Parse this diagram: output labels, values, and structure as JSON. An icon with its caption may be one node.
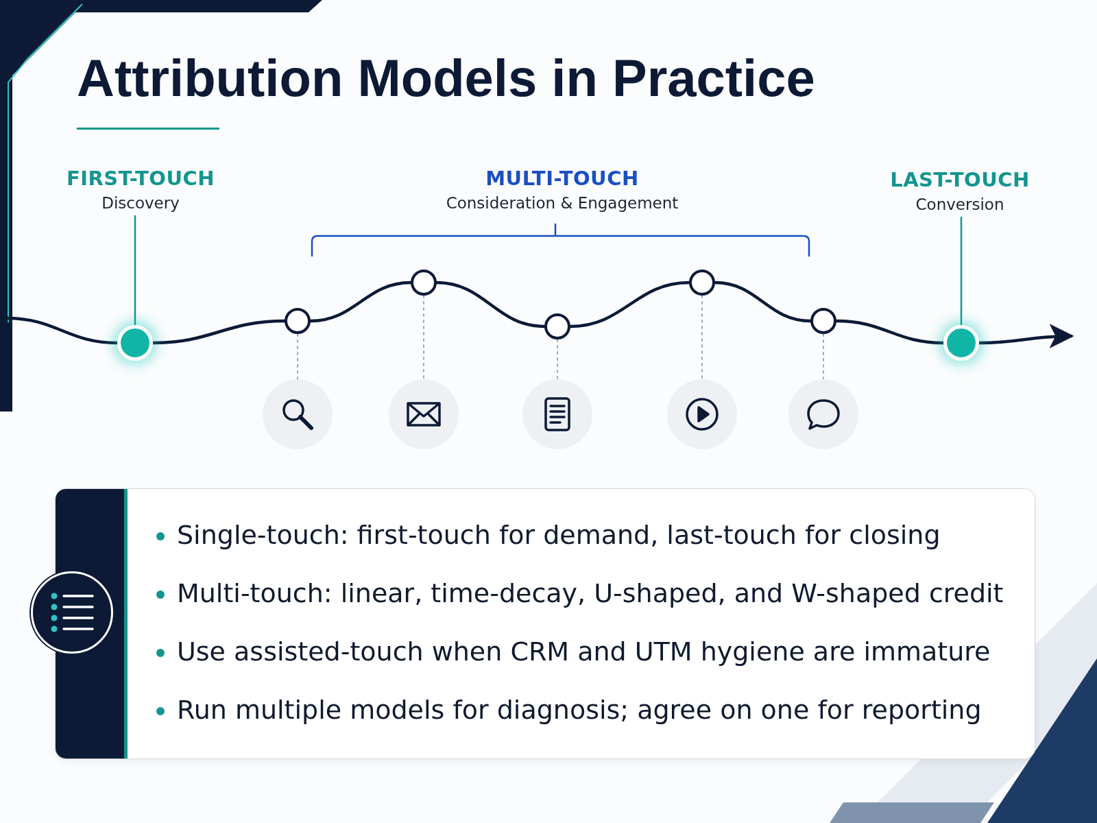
{
  "diagram": {
    "title": "Attribution Models in Practice",
    "nodes": [
      {
        "text": [
          "FIRST-TOUCH",
          "Discovery"
        ]
      },
      {
        "text": [],
        "shape": "circle"
      },
      {
        "text": [
          "MULTI-TOUCH",
          "Consideration & Engagement"
        ]
      },
      {
        "text": [],
        "shape": "circle"
      },
      {
        "text": [],
        "shape": "circle"
      },
      {
        "text": [],
        "shape": "circle"
      },
      {
        "text": [],
        "shape": "circle"
      },
      {
        "text": [],
        "shape": "circle"
      },
      {
        "text": [
          "LAST-TOUCH",
          "Conversion"
        ]
      },
      {
        "text": [],
        "shape": "circle"
      },
      {
        "text": [],
        "shape": "circle"
      },
      {
        "text": [],
        "shape": "circle"
      },
      {
        "text": [],
        "shape": "circle"
      },
      {
        "text": [],
        "shape": "circle"
      },
      {
        "text": [],
        "shape": "circle"
      }
    ],
    "edges": [
      {
        "from": null,
        "to": 1,
        "arrow": "none"
      },
      {
        "from": 1,
        "to": 3,
        "arrow": "none"
      },
      {
        "from": 3,
        "to": 4,
        "arrow": "none"
      },
      {
        "from": 4,
        "to": 5,
        "arrow": "none"
      },
      {
        "from": 5,
        "to": 6,
        "arrow": "none"
      },
      {
        "from": 6,
        "to": 7,
        "arrow": "none"
      },
      {
        "from": 7,
        "to": 9,
        "arrow": "none"
      },
      {
        "from": 9,
        "to": null,
        "arrow": "to"
      },
      {
        "from": 0,
        "to": 1,
        "arrow": "none",
        "color": "#15958f"
      },
      {
        "from": 8,
        "to": 9,
        "arrow": "none",
        "color": "#15958f"
      },
      {
        "from": 3,
        "to": 10,
        "arrow": "none",
        "style": "dashed",
        "color": "#a0a7b0"
      },
      {
        "from": 4,
        "to": 11,
        "arrow": "none",
        "style": "dashed",
        "color": "#a0a7b0"
      },
      {
        "from": 5,
        "to": 12,
        "arrow": "none",
        "style": "dashed",
        "color": "#a0a7b0"
      },
      {
        "from": 6,
        "to": 13,
        "arrow": "none",
        "style": "dashed",
        "color": "#a0a7b0"
      },
      {
        "from": 7,
        "to": 14,
        "arrow": "none",
        "style": "dashed",
        "color": "#a0a7b0"
      }
    ],
    "labels": [
      "Single-touch: first-touch for demand, last-touch for closing",
      "Multi-touch: linear, time-decay, U-shaped, and W-shaped credit",
      "Use assisted-touch when CRM and UTM hygiene are immature",
      "Run multiple models for diagnosis; agree on one for reporting"
    ]
  }
}
